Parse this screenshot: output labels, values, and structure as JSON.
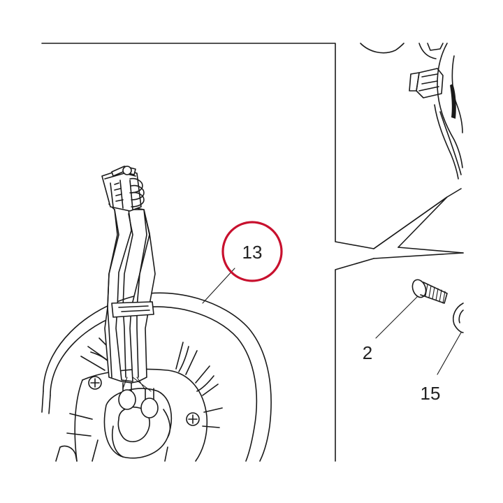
{
  "callouts": {
    "fan": "13",
    "screw": "2",
    "part15": "15"
  },
  "highlight": {
    "color": "#c8102e",
    "target": "13"
  },
  "colors": {
    "line": "#1a1a1a",
    "background": "#ffffff"
  }
}
